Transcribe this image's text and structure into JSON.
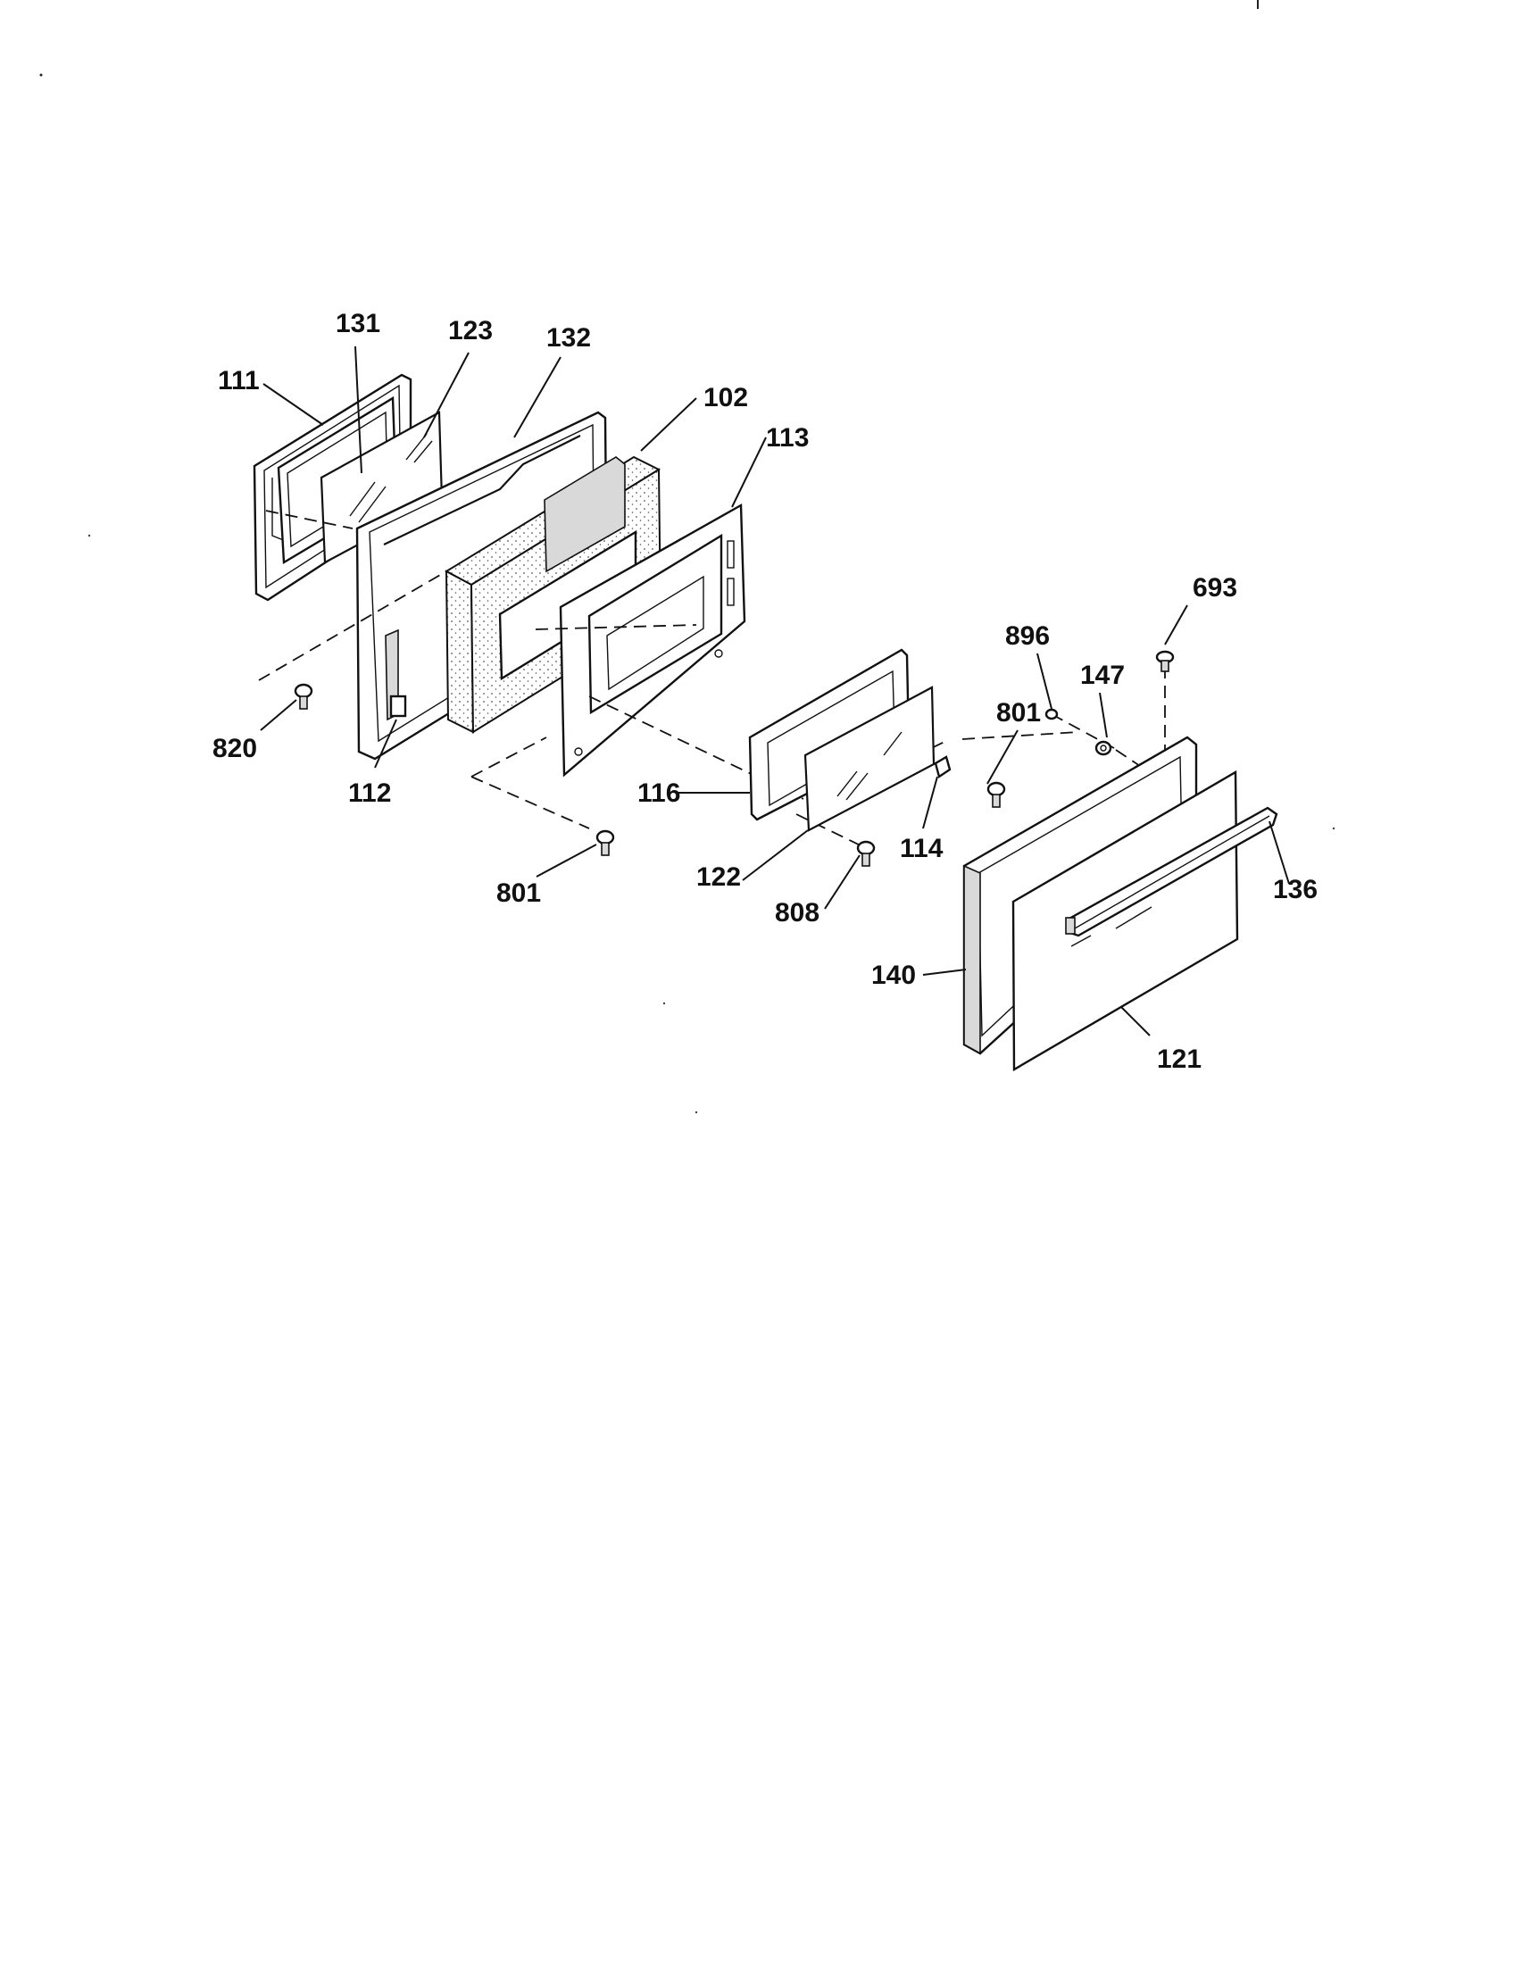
{
  "diagram": {
    "callouts": {
      "p111": "111",
      "p131": "131",
      "p123": "123",
      "p132": "132",
      "p102": "102",
      "p113": "113",
      "p820": "820",
      "p112": "112",
      "p801a": "801",
      "p116": "116",
      "p122": "122",
      "p808": "808",
      "p114": "114",
      "p801b": "801",
      "p896": "896",
      "p147": "147",
      "p693": "693",
      "p136": "136",
      "p140": "140",
      "p121": "121"
    }
  }
}
